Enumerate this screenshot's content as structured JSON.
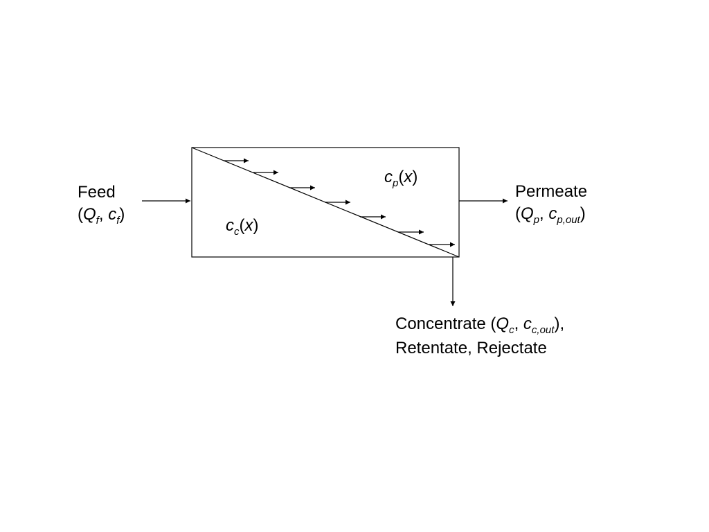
{
  "feed": {
    "line1": "Feed",
    "open": "(",
    "q": "Q",
    "q_sub": "f",
    "sep": ", ",
    "c": "c",
    "c_sub": "f",
    "close": ")"
  },
  "permeate": {
    "line1": "Permeate",
    "open": "(",
    "q": "Q",
    "q_sub": "p",
    "sep": ", ",
    "c": "c",
    "c_sub": "p,out",
    "close": ")"
  },
  "concentrate": {
    "prefix": "Concentrate (",
    "q": "Q",
    "q_sub": "c",
    "sep": ", ",
    "c": "c",
    "c_sub": "c,out",
    "close": "),",
    "line2": "Retentate, Rejectate"
  },
  "permeate_side": {
    "c": "c",
    "c_sub": "p",
    "open": "(",
    "x": "x",
    "close": ")"
  },
  "concentrate_side": {
    "c": "c",
    "c_sub": "c",
    "open": "(",
    "x": "x",
    "close": ")"
  },
  "colors": {
    "stroke": "#000000",
    "background": "#ffffff"
  }
}
